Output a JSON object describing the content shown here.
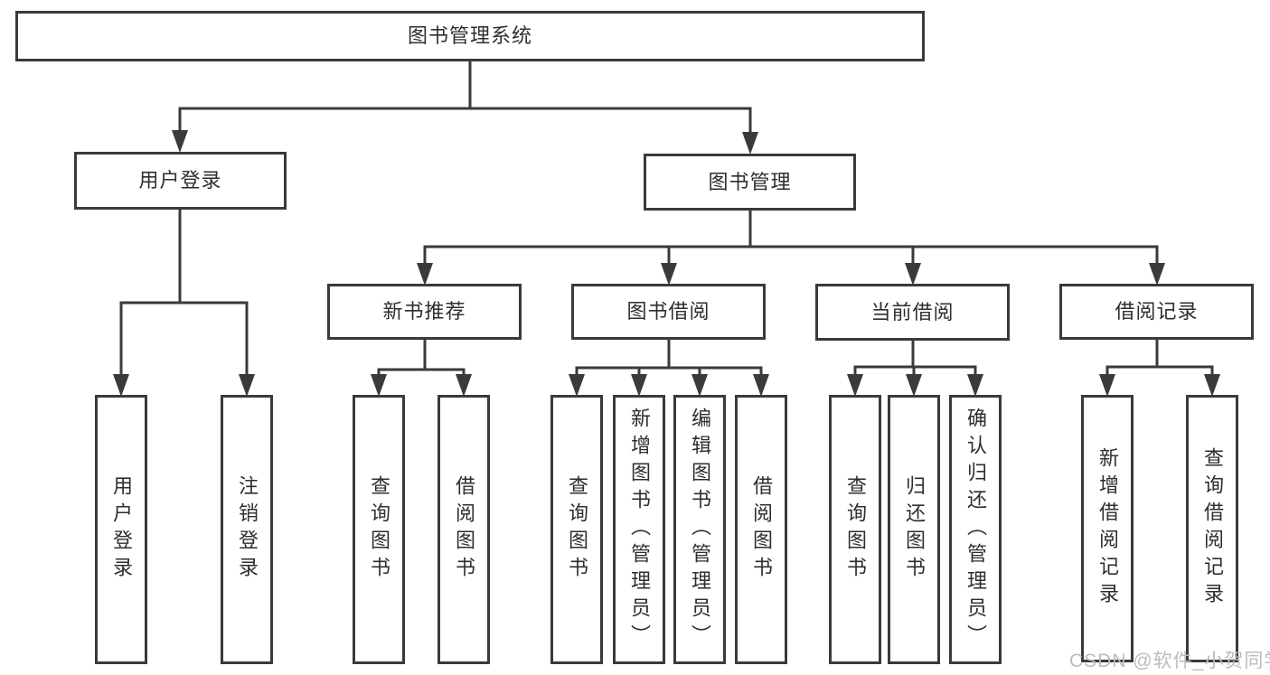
{
  "tree": {
    "root": {
      "label": "图书管理系统",
      "children": [
        {
          "label": "用户登录",
          "children": [
            {
              "label": "用户登录"
            },
            {
              "label": "注销登录"
            }
          ]
        },
        {
          "label": "图书管理",
          "children": [
            {
              "label": "新书推荐",
              "children": [
                {
                  "label": "查询图书"
                },
                {
                  "label": "借阅图书"
                }
              ]
            },
            {
              "label": "图书借阅",
              "children": [
                {
                  "label": "查询图书"
                },
                {
                  "label": "新增图书（管理员）"
                },
                {
                  "label": "编辑图书（管理员）"
                },
                {
                  "label": "借阅图书"
                }
              ]
            },
            {
              "label": "当前借阅",
              "children": [
                {
                  "label": "查询图书"
                },
                {
                  "label": "归还图书"
                },
                {
                  "label": "确认归还（管理员）"
                }
              ]
            },
            {
              "label": "借阅记录",
              "children": [
                {
                  "label": "新增借阅记录"
                },
                {
                  "label": "查询借阅记录"
                }
              ]
            }
          ]
        }
      ]
    }
  },
  "watermark": "CSDN @软件_小贺同学",
  "colors": {
    "line": "#3a3a3a",
    "text": "#2e2e2e",
    "watermark": "#b9bcc4",
    "background": "#ffffff"
  }
}
